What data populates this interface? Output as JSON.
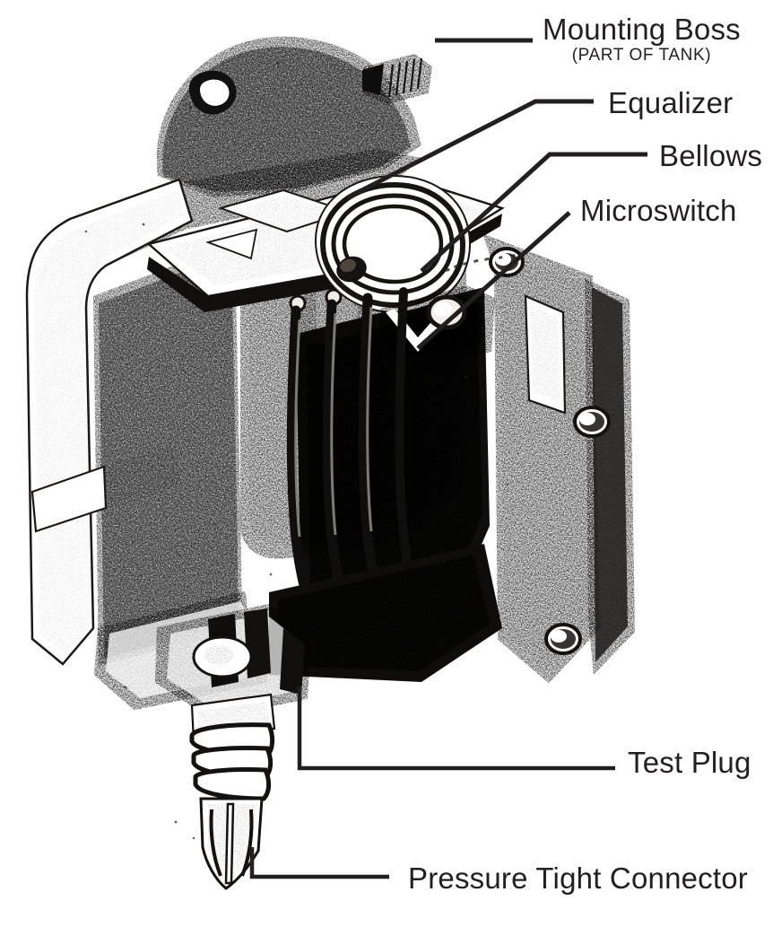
{
  "figure": {
    "kind": "technical-cutaway-photograph",
    "subject": "Fuel tank pressure switch assembly, sectioned view",
    "background_color": "#ffffff",
    "ink_color": "#231f20",
    "leader_color": "#231f20"
  },
  "callouts": [
    {
      "id": "mounting-boss",
      "label": "Mounting Boss",
      "sublabel": "(PART OF TANK)",
      "leader": "horizontal"
    },
    {
      "id": "equalizer",
      "label": "Equalizer",
      "sublabel": "",
      "leader": "elbow-diagonal"
    },
    {
      "id": "bellows",
      "label": "Bellows",
      "sublabel": "",
      "leader": "elbow-diagonal"
    },
    {
      "id": "microswitch",
      "label": "Microswitch",
      "sublabel": "",
      "leader": "diagonal-v"
    },
    {
      "id": "test-plug",
      "label": "Test Plug",
      "sublabel": "",
      "leader": "elbow-vertical"
    },
    {
      "id": "pressure-tight-connector",
      "label": "Pressure Tight Connector",
      "sublabel": "",
      "leader": "elbow-vertical"
    }
  ],
  "parts_depicted": [
    "mounting boss",
    "equalizer",
    "bellows",
    "microswitch",
    "wire harness",
    "housing cover",
    "test plug",
    "pressure tight connector"
  ]
}
